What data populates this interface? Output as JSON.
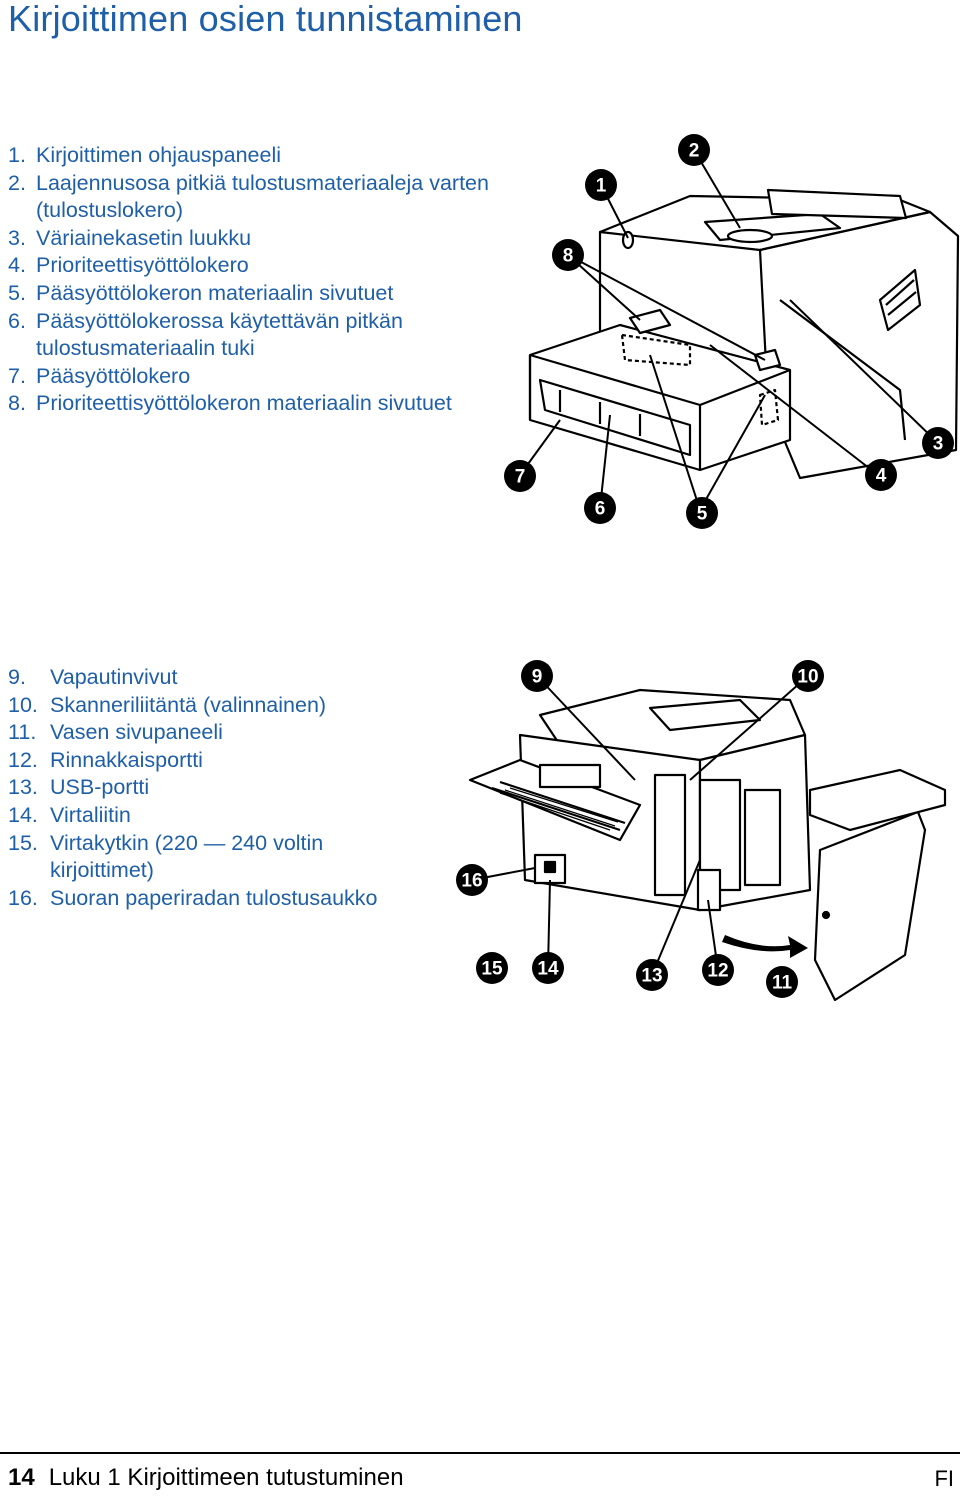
{
  "title": "Kirjoittimen osien tunnistaminen",
  "front_view": {
    "items": [
      {
        "num": "1.",
        "text": "Kirjoittimen ohjauspaneeli"
      },
      {
        "num": "2.",
        "text": "Laajennusosa pitkiä tulostusmateriaaleja varten (tulostuslokero)"
      },
      {
        "num": "3.",
        "text": "Väriainekasetin luukku"
      },
      {
        "num": "4.",
        "text": "Prioriteettisyöttölokero"
      },
      {
        "num": "5.",
        "text": "Pääsyöttölokeron materiaalin sivutuet"
      },
      {
        "num": "6.",
        "text": "Pääsyöttölokerossa käytettävän pitkän tulostusmateriaalin tuki"
      },
      {
        "num": "7.",
        "text": "Pääsyöttölokero"
      },
      {
        "num": "8.",
        "text": "Prioriteettisyöttölokeron materiaalin sivutuet"
      }
    ],
    "callouts": [
      "1",
      "2",
      "3",
      "4",
      "5",
      "6",
      "7",
      "8"
    ]
  },
  "rear_view": {
    "items": [
      {
        "num": "9.",
        "text": "Vapautinvivut"
      },
      {
        "num": "10.",
        "text": "Skanneriliitäntä (valinnainen)"
      },
      {
        "num": "11.",
        "text": "Vasen sivupaneeli"
      },
      {
        "num": "12.",
        "text": "Rinnakkaisportti"
      },
      {
        "num": "13.",
        "text": "USB-portti"
      },
      {
        "num": "14.",
        "text": "Virtaliitin"
      },
      {
        "num": "15.",
        "text": "Virtakytkin (220 — 240 voltin kirjoittimet)"
      },
      {
        "num": "16.",
        "text": "Suoran paperiradan tulostusaukko"
      }
    ],
    "callouts": [
      "9",
      "10",
      "11",
      "12",
      "13",
      "14",
      "15",
      "16"
    ]
  },
  "footer": {
    "page_number": "14",
    "chapter": "Luku 1 Kirjoittimeen tutustuminen",
    "language": "FI"
  }
}
